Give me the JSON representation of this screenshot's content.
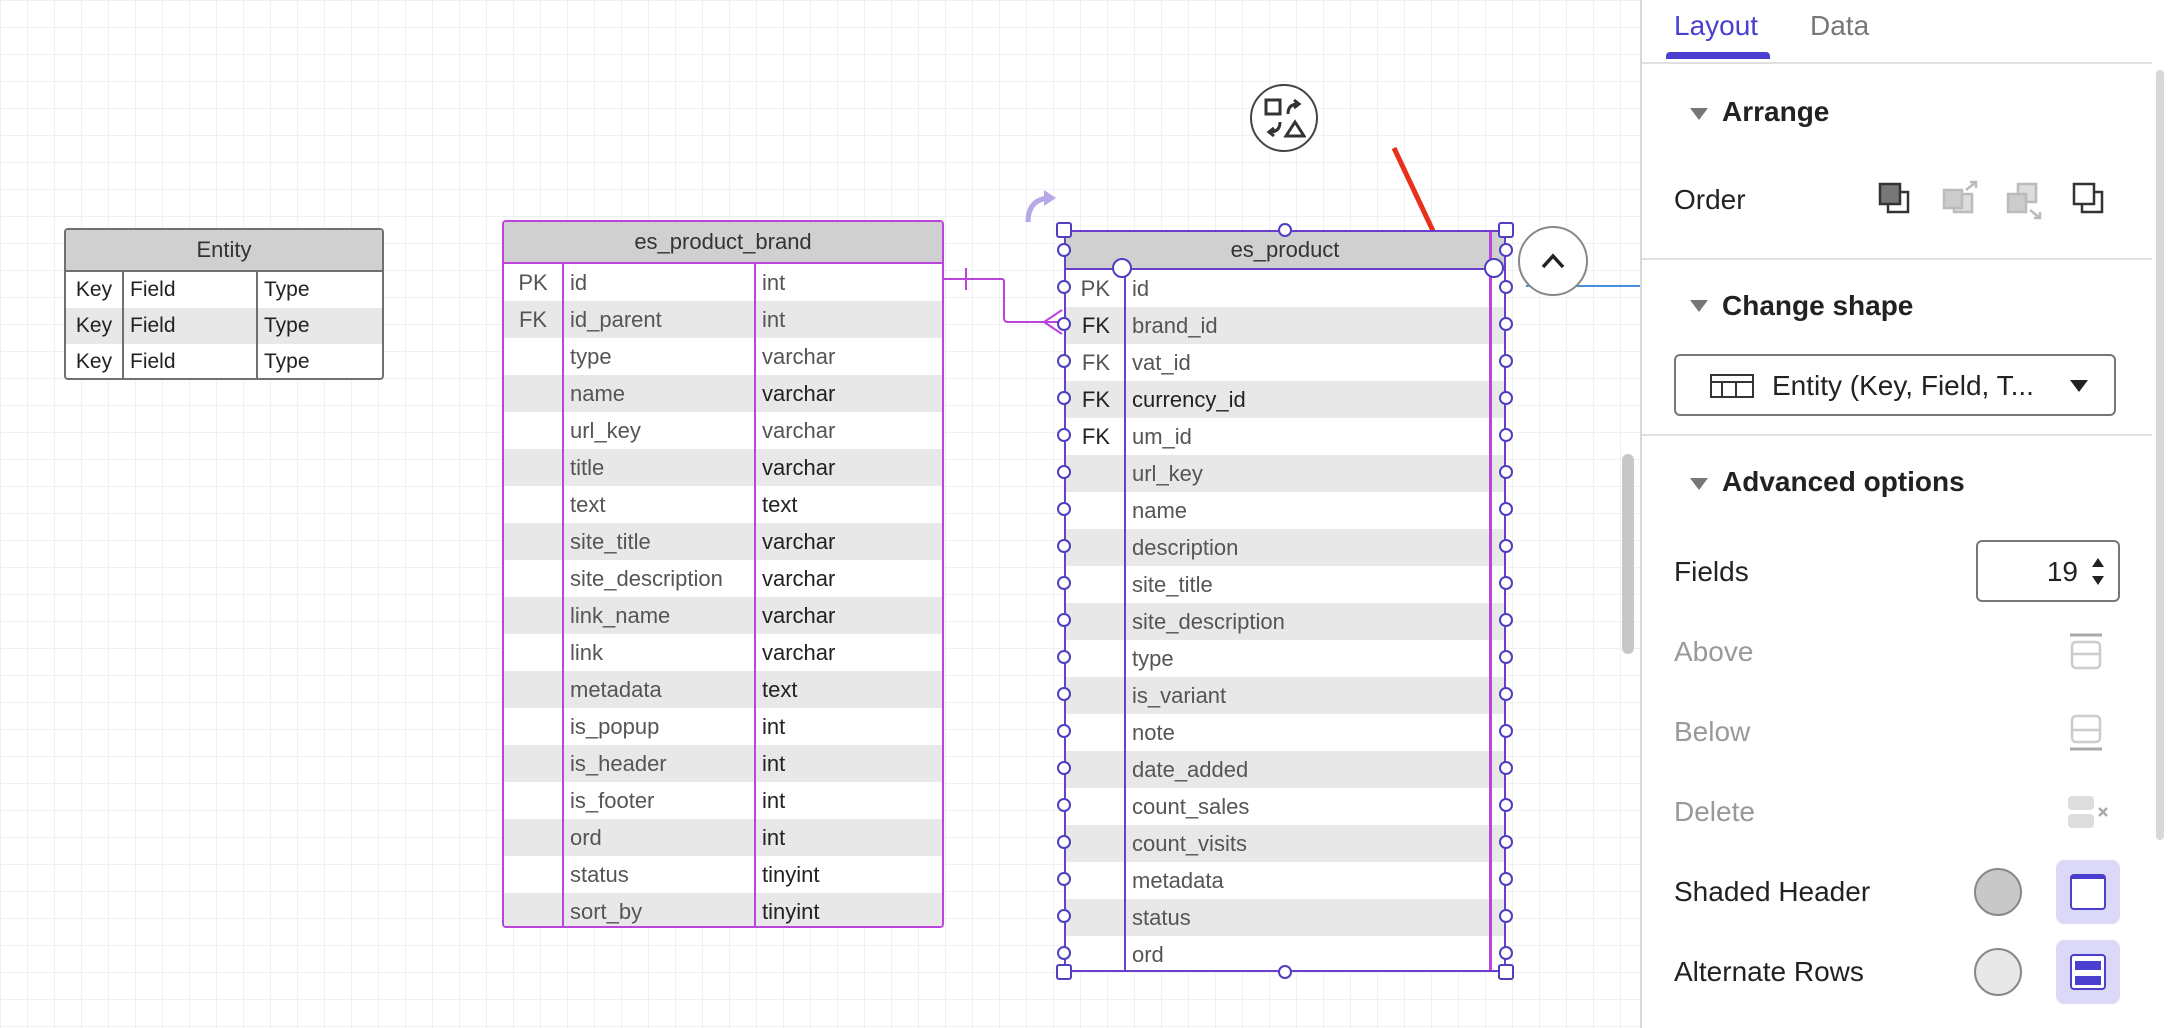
{
  "entity_template": {
    "title": "Entity",
    "rows": [
      {
        "key": "Key",
        "field": "Field",
        "type": "Type"
      },
      {
        "key": "Key",
        "field": "Field",
        "type": "Type"
      },
      {
        "key": "Key",
        "field": "Field",
        "type": "Type"
      }
    ]
  },
  "brand_table": {
    "title": "es_product_brand",
    "rows": [
      {
        "key": "PK",
        "field": "id",
        "type": "int"
      },
      {
        "key": "FK",
        "field": "id_parent",
        "type": "int"
      },
      {
        "key": "",
        "field": "type",
        "type": "varchar"
      },
      {
        "key": "",
        "field": "name",
        "type": "varchar"
      },
      {
        "key": "",
        "field": "url_key",
        "type": "varchar"
      },
      {
        "key": "",
        "field": "title",
        "type": "varchar"
      },
      {
        "key": "",
        "field": "text",
        "type": "text"
      },
      {
        "key": "",
        "field": "site_title",
        "type": "varchar"
      },
      {
        "key": "",
        "field": "site_description",
        "type": "varchar"
      },
      {
        "key": "",
        "field": "link_name",
        "type": "varchar"
      },
      {
        "key": "",
        "field": "link",
        "type": "varchar"
      },
      {
        "key": "",
        "field": "metadata",
        "type": "text"
      },
      {
        "key": "",
        "field": "is_popup",
        "type": "int"
      },
      {
        "key": "",
        "field": "is_header",
        "type": "int"
      },
      {
        "key": "",
        "field": "is_footer",
        "type": "int"
      },
      {
        "key": "",
        "field": "ord",
        "type": "int"
      },
      {
        "key": "",
        "field": "status",
        "type": "tinyint"
      },
      {
        "key": "",
        "field": "sort_by",
        "type": "tinyint"
      }
    ]
  },
  "product_table": {
    "title": "es_product",
    "rows": [
      {
        "key": "PK",
        "field": "id"
      },
      {
        "key": "FK",
        "field": "brand_id"
      },
      {
        "key": "FK",
        "field": "vat_id"
      },
      {
        "key": "FK",
        "field": "currency_id"
      },
      {
        "key": "FK",
        "field": "um_id"
      },
      {
        "key": "",
        "field": "url_key"
      },
      {
        "key": "",
        "field": "name"
      },
      {
        "key": "",
        "field": "description"
      },
      {
        "key": "",
        "field": "site_title"
      },
      {
        "key": "",
        "field": "site_description"
      },
      {
        "key": "",
        "field": "type"
      },
      {
        "key": "",
        "field": "is_variant"
      },
      {
        "key": "",
        "field": "note"
      },
      {
        "key": "",
        "field": "date_added"
      },
      {
        "key": "",
        "field": "count_sales"
      },
      {
        "key": "",
        "field": "count_visits"
      },
      {
        "key": "",
        "field": "metadata"
      },
      {
        "key": "",
        "field": "status"
      },
      {
        "key": "",
        "field": "ord"
      }
    ]
  },
  "panel": {
    "tabs": [
      "Layout",
      "Data"
    ],
    "arrange": {
      "title": "Arrange",
      "order_label": "Order"
    },
    "change_shape": {
      "title": "Change shape",
      "selected": "Entity (Key, Field, T..."
    },
    "advanced": {
      "title": "Advanced options",
      "fields_label": "Fields",
      "fields_value": "19",
      "above_label": "Above",
      "below_label": "Below",
      "delete_label": "Delete",
      "shaded_header_label": "Shaded Header",
      "alternate_rows_label": "Alternate Rows"
    },
    "colors": {
      "accent": "#4a3fcf",
      "header_swatch": "#c8c8c8",
      "rows_swatch": "#e8e8e8"
    }
  }
}
